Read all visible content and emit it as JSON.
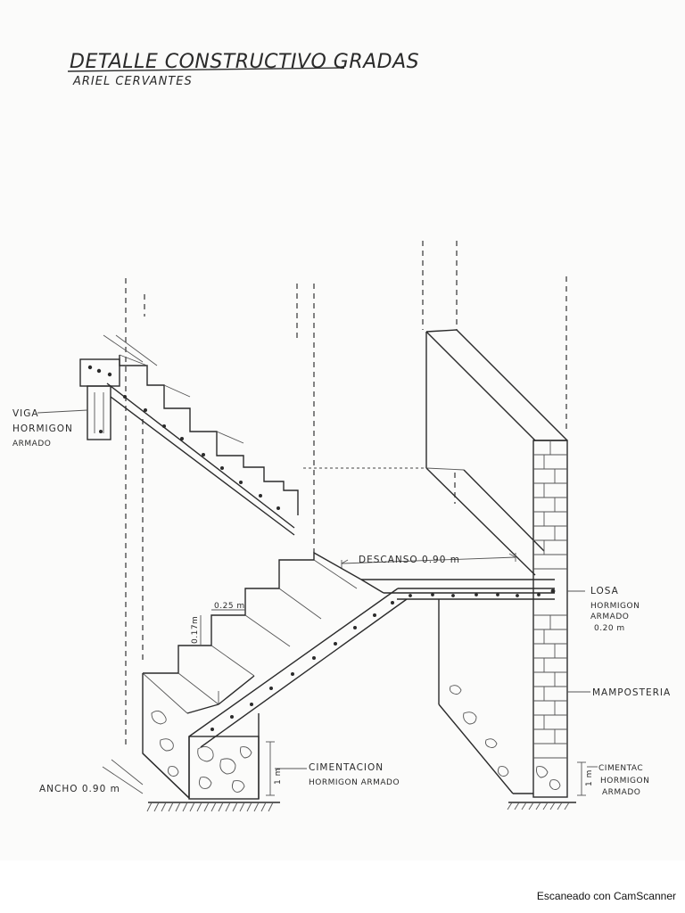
{
  "drawing": {
    "title": "DETALLE CONSTRUCTIVO GRADAS",
    "author": "ARIEL CERVANTES",
    "labels": {
      "viga": [
        "VIGA",
        "HORMIGON",
        "ARMADO"
      ],
      "descanso": "DESCANSO 0.90 m",
      "huella": "0.25 m",
      "contrahuella": "0.17m",
      "losa": [
        "LOSA",
        "HORMIGON",
        "ARMADO",
        "0.20 m"
      ],
      "mamposteria": "MAMPOSTERIA",
      "cimentacion": [
        "CIMENTACION",
        "HORMIGON ARMADO"
      ],
      "cimentacion_alt": [
        "CIMENTAC",
        "HORMIGON",
        "ARMADO"
      ],
      "ancho": "ANCHO 0.90 m",
      "altura_cimentacion": "1 m"
    }
  },
  "footer": {
    "scanner_text": "Escaneado con CamScanner"
  }
}
